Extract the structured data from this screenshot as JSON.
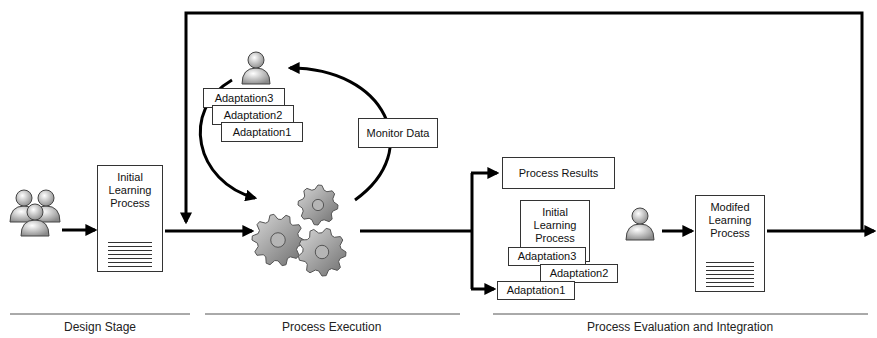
{
  "diagram": {
    "nodes": [
      {
        "text": [
          "Initial Learning Process"
        ]
      },
      {
        "text": [
          "Adaptation3"
        ]
      },
      {
        "text": [
          "Adaptation2"
        ]
      },
      {
        "text": [
          "Adaptation1"
        ]
      },
      {
        "text": [
          "Monitor Data"
        ]
      },
      {
        "text": [
          "Process Results"
        ]
      },
      {
        "text": [
          "Initial Learning Process"
        ]
      },
      {
        "text": [
          "Adaptation3"
        ]
      },
      {
        "text": [
          "Adaptation2"
        ]
      },
      {
        "text": [
          "Adaptation1"
        ]
      },
      {
        "text": [
          "Modifed Learning Process"
        ]
      }
    ],
    "labels": [
      "Design Stage",
      "Process Execution",
      "Process Evaluation and Integration"
    ]
  }
}
